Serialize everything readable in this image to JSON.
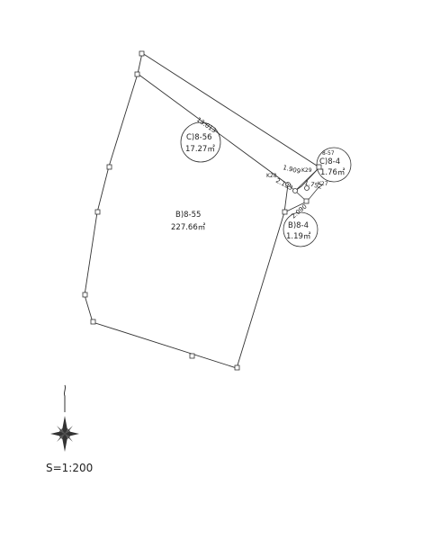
{
  "parcels": {
    "main": {
      "code": "B)8-55",
      "area": "227.66㎡"
    },
    "strip": {
      "code": "C)8-56",
      "area": "17.27㎡"
    },
    "small_c": {
      "code": "C)8-4",
      "area": "1.76㎡",
      "extra": "8-57"
    },
    "small_b": {
      "code": "B)8-4",
      "area": "1.19㎡"
    }
  },
  "dimensions": {
    "top_edge": "13.013",
    "k28_k29": "1.909",
    "k28_seg": "2.133",
    "k27_seg": "1.752",
    "lower_seg": "2.090"
  },
  "points": {
    "k27": "K27",
    "k28": "K28",
    "k29": "K29"
  },
  "scale_text": "S=1:200",
  "icons": {
    "compass": "compass-rose-icon",
    "north": "north-arrow-icon"
  }
}
